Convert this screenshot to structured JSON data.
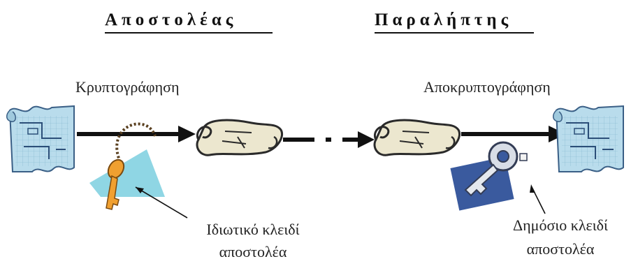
{
  "headers": {
    "sender": "Αποστολέας",
    "receiver": "Παραλήπτης"
  },
  "steps": {
    "encryption": "Κρυπτογράφηση",
    "decryption": "Αποκρυπτογράφηση"
  },
  "keys": {
    "private_key_line1": "Ιδιωτικό κλειδί",
    "private_key_line2": "αποστολέα",
    "public_key_line1": "Δημόσιο κλειδί",
    "public_key_line2": "αποστολέα"
  },
  "icons": {
    "plain_doc": "blueprint-document-icon",
    "cipher_doc": "scroll-icon",
    "private_key": "orange-key-icon",
    "public_key": "blue-key-icon"
  },
  "colors": {
    "arrow": "#111111",
    "blueprint": "#b9dcec",
    "scroll": "#ece7cf",
    "private_key_tag": "#8fd6e4",
    "private_key": "#f0a030",
    "public_key_tag": "#3a5a9e"
  }
}
